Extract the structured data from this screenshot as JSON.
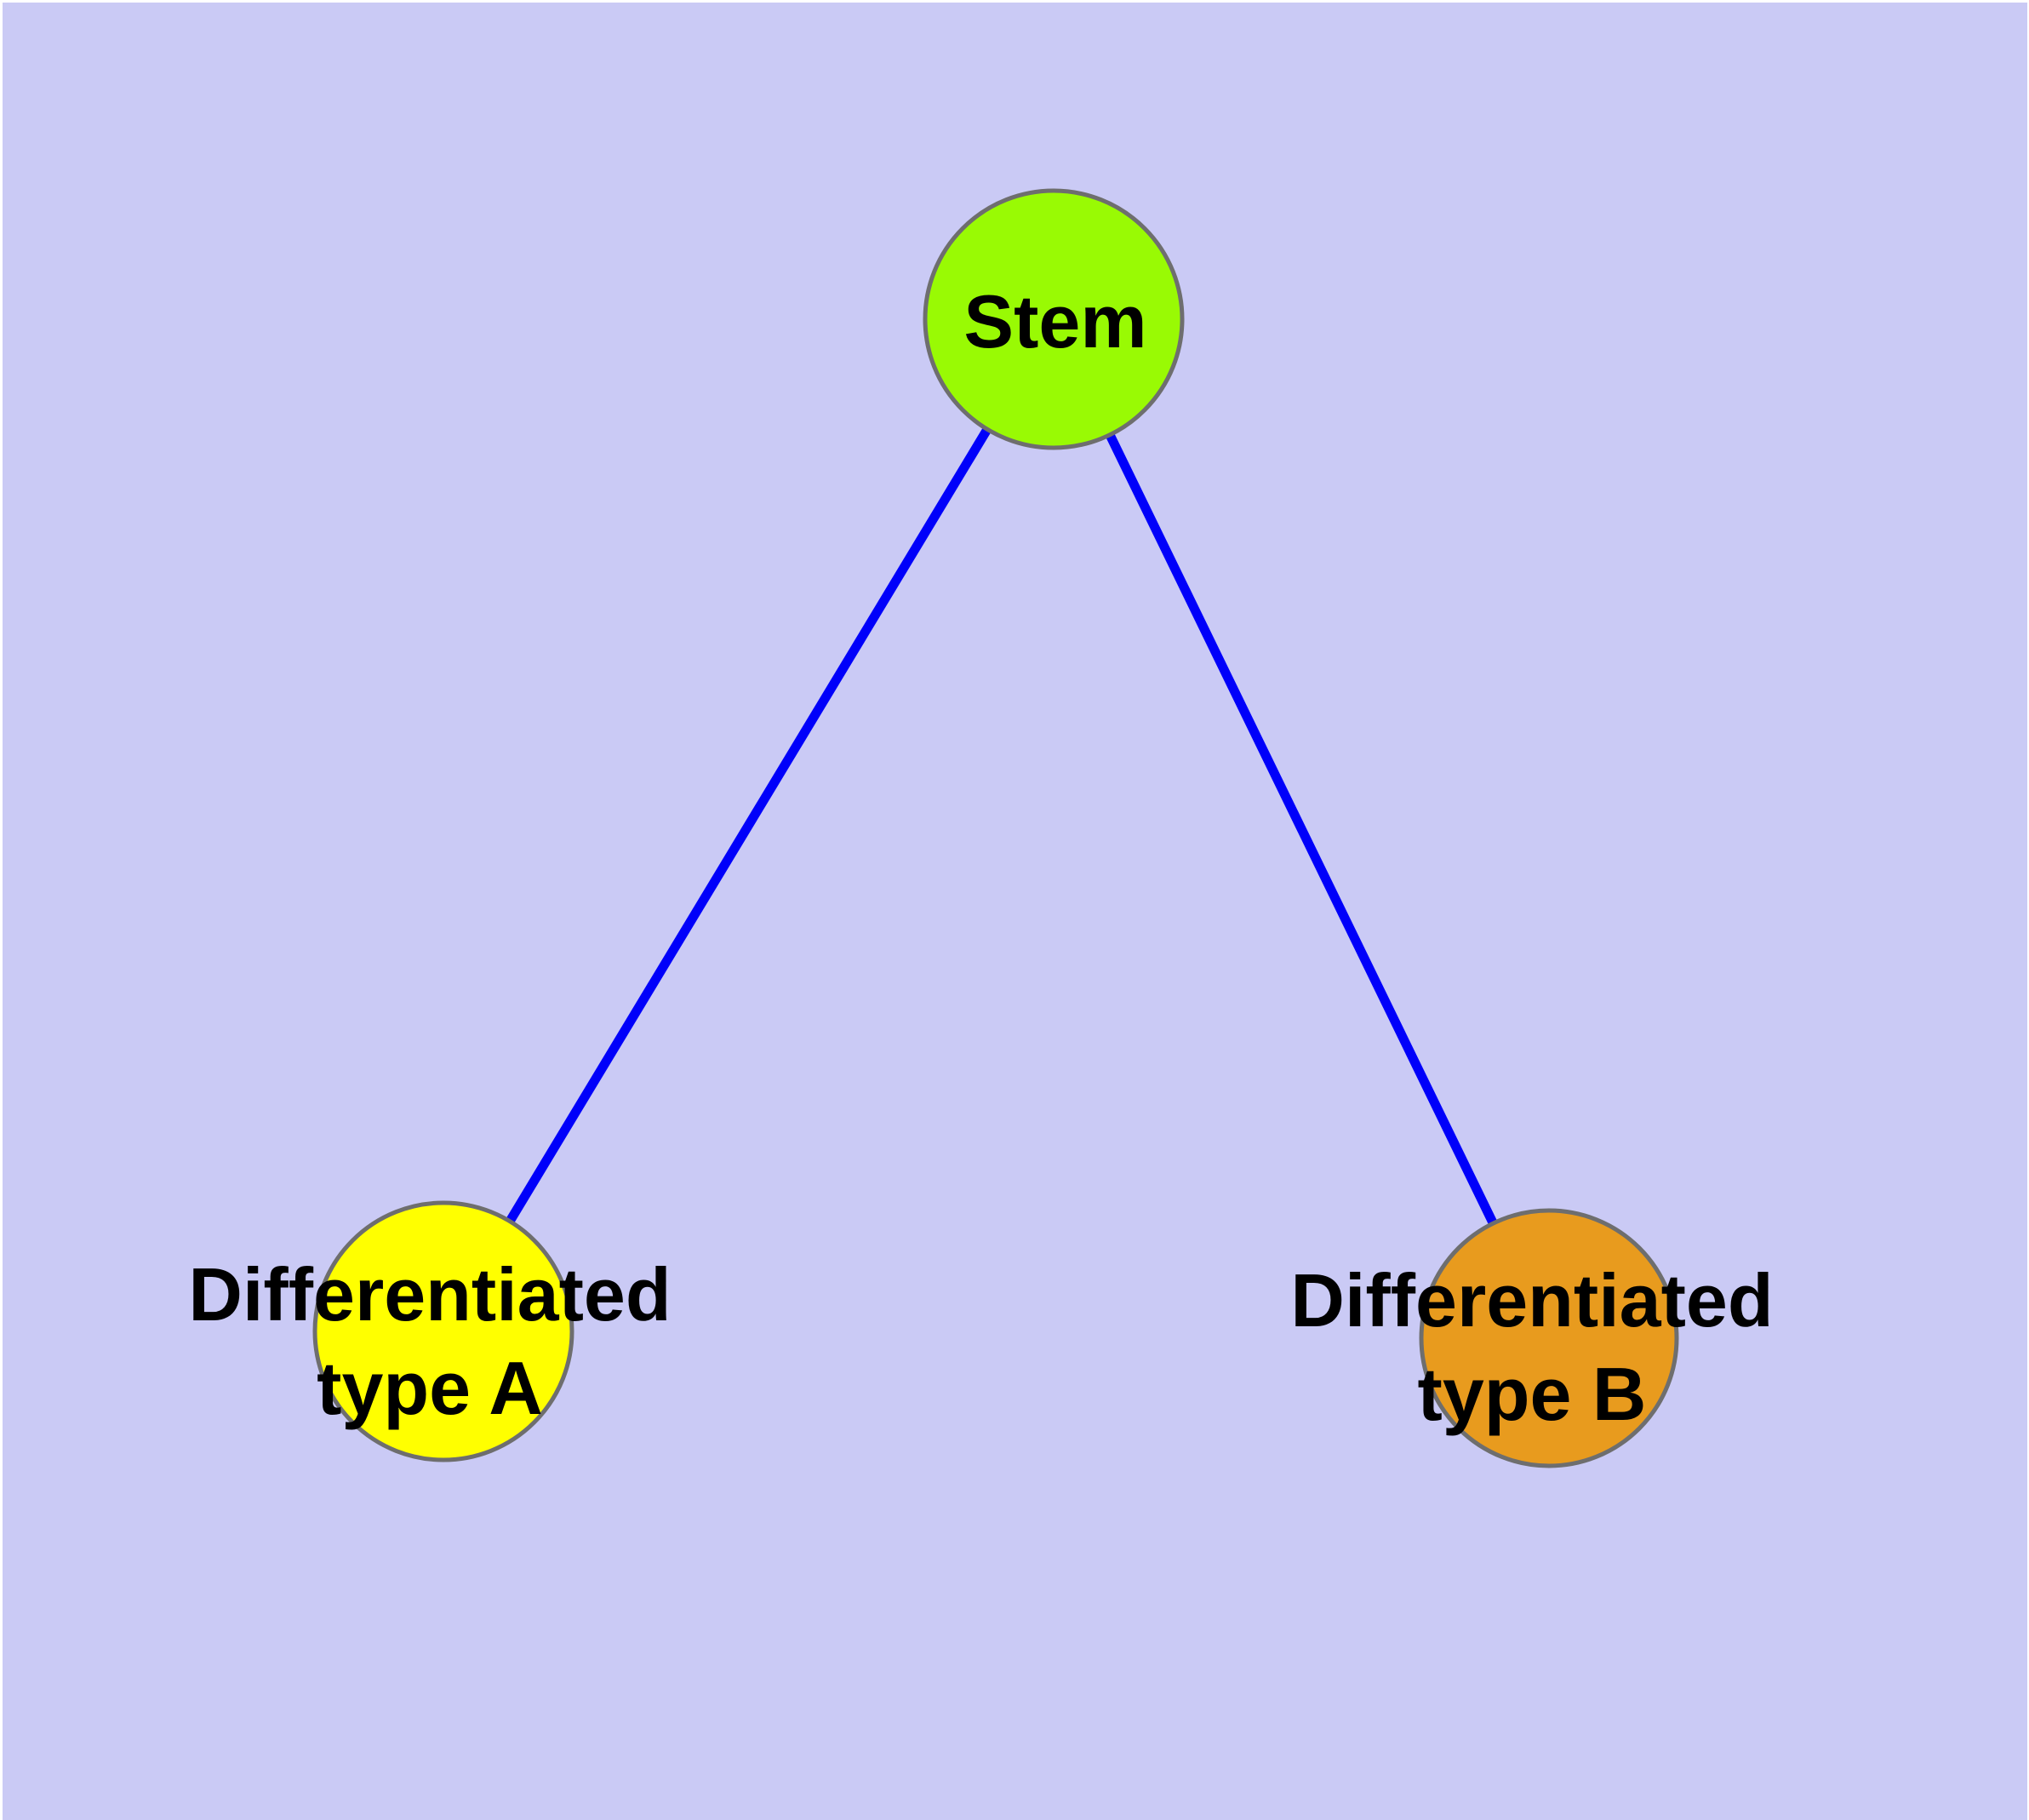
{
  "page": {
    "background": "#ffffff",
    "canvas_background": "#cacaf5"
  },
  "graph": {
    "label_color": "#000000",
    "node_border_color": "#6e6e6e",
    "nodes": [
      {
        "id": "stem",
        "label_lines": [
          "Stem"
        ],
        "fill": "#99fa04"
      },
      {
        "id": "diff-a",
        "label_lines": [
          "Differentiated",
          "type A"
        ],
        "fill": "#ffff00"
      },
      {
        "id": "diff-b",
        "label_lines": [
          "Differentiated",
          "type B"
        ],
        "fill": "#e89b1e"
      }
    ],
    "edges": [
      {
        "from": "stem",
        "to": "diff-a",
        "color": "#0000fa"
      },
      {
        "from": "stem",
        "to": "diff-b",
        "color": "#0000fa"
      }
    ]
  }
}
